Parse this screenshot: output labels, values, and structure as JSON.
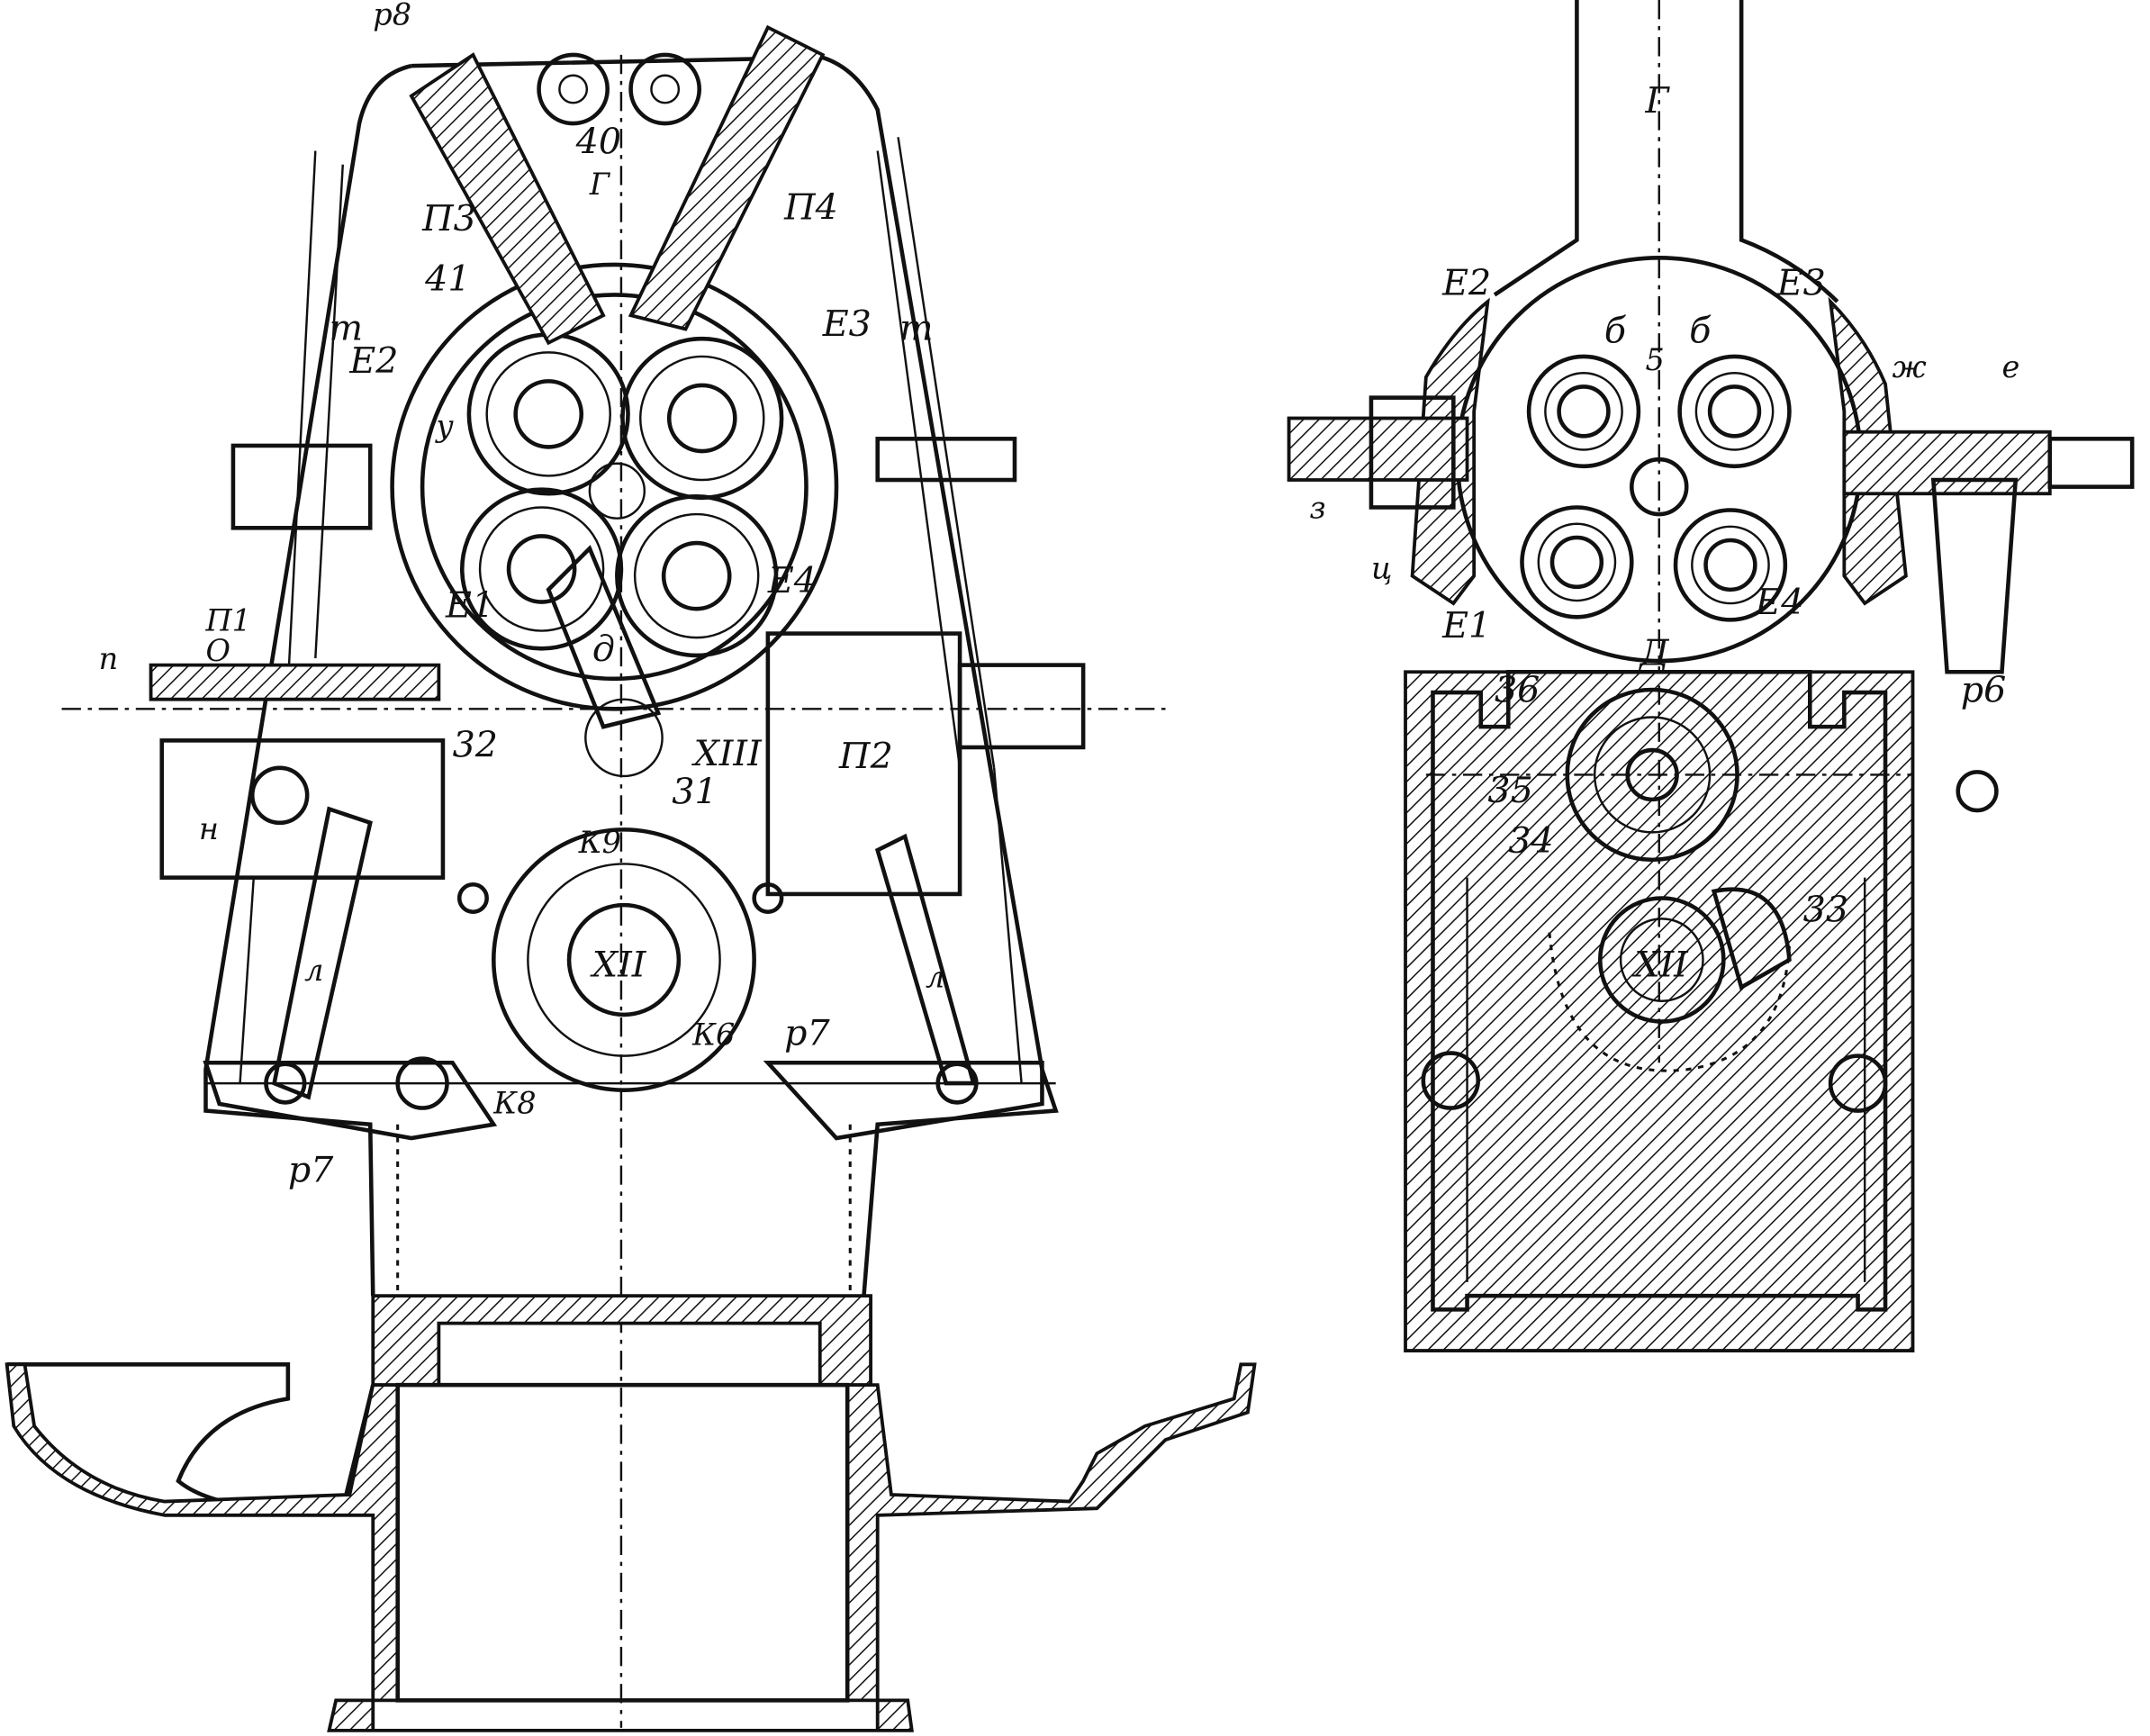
{
  "figure": {
    "left_view": {
      "labels": {
        "p8": "р8",
        "n40": "40",
        "P3": "П3",
        "n41": "41",
        "G": "Г",
        "P4": "П4",
        "m_left": "т",
        "m_right": "т",
        "E2": "Е2",
        "E3": "Е3",
        "u": "у",
        "P1": "П1",
        "O": "О",
        "n": "п",
        "E1": "Е1",
        "E4": "Е4",
        "d": "д",
        "n32": "32",
        "XIII": "XIII",
        "n31": "31",
        "P2": "П2",
        "nh": "н",
        "K9": "К9",
        "XII": "XII",
        "K6": "К6",
        "K8": "К8",
        "l_left": "л",
        "l_right": "л",
        "P7_left": "р7",
        "P7_right": "р7"
      }
    },
    "right_view": {
      "labels": {
        "G": "Г",
        "E2": "Е2",
        "b1": "б",
        "b2": "б",
        "n5": "5",
        "E3": "Е3",
        "zh": "ж",
        "e": "е",
        "z": "з",
        "ts": "ц",
        "E1": "Е1",
        "D": "Д",
        "E4": "Е4",
        "n36": "36",
        "P6": "р6",
        "n35": "35",
        "n34": "34",
        "n33": "33",
        "XII": "XII"
      }
    }
  }
}
